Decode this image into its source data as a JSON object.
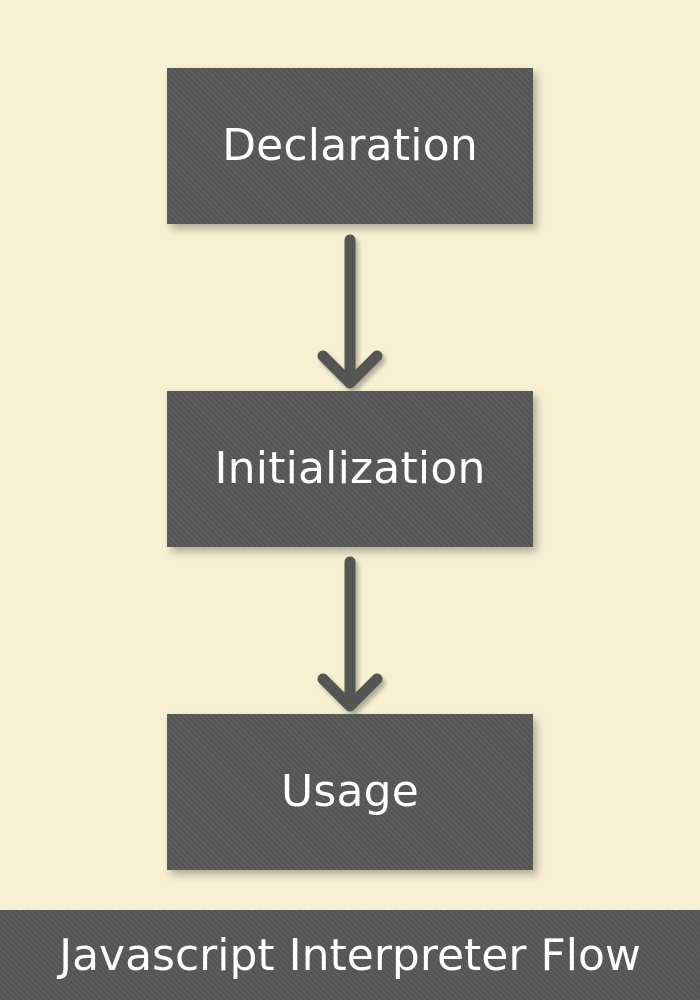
{
  "diagram": {
    "nodes": [
      {
        "label": "Declaration"
      },
      {
        "label": "Initialization"
      },
      {
        "label": "Usage"
      }
    ],
    "footer": {
      "title": "Javascript Interpreter Flow"
    }
  },
  "colors": {
    "background": "#f8f0d2",
    "node_fill": "#575757",
    "text": "#ffffff",
    "arrow": "#555555"
  }
}
